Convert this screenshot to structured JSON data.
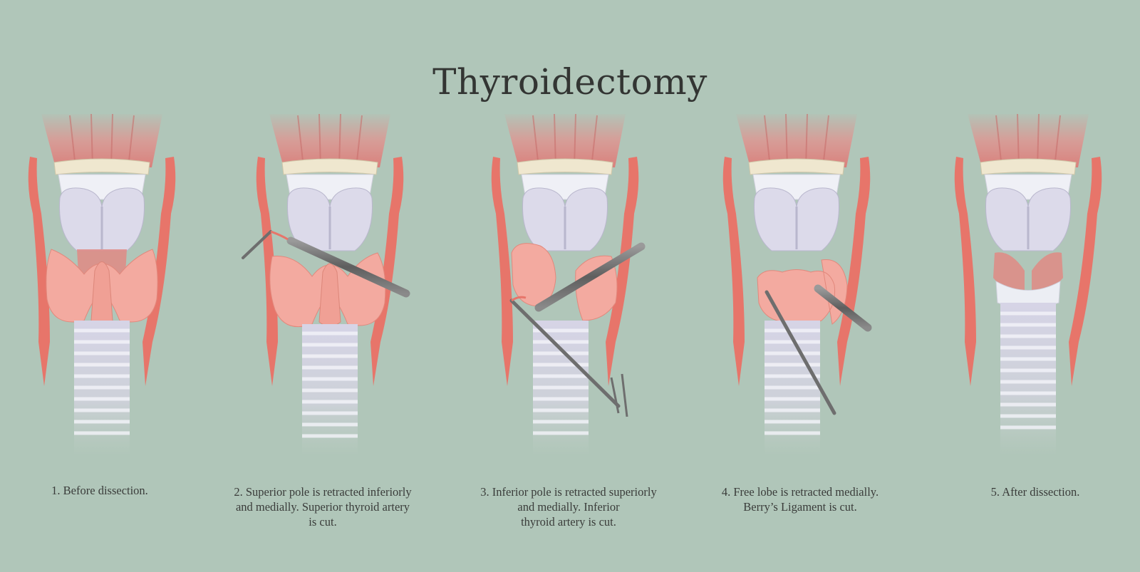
{
  "title": "Thyroidectomy",
  "colors": {
    "background": "#b0c6b9",
    "muscle": "#e38f8c",
    "artery": "#e7756a",
    "thyroid": "#f3aaa0",
    "cartilage": "#dcdaea",
    "hyoid": "#efe7cf",
    "instrument": "#6e6e6e"
  },
  "steps": [
    {
      "caption_lines": [
        "1. Before dissection."
      ]
    },
    {
      "caption_lines": [
        "2. Superior pole is retracted inferiorly",
        "and medially. Superior thyroid artery",
        "is cut."
      ]
    },
    {
      "caption_lines": [
        "3. Inferior pole is retracted superiorly",
        "and medially. Inferior",
        "thyroid artery is cut."
      ]
    },
    {
      "caption_lines": [
        "4. Free lobe is retracted medially.",
        "Berry’s Ligament is cut."
      ]
    },
    {
      "caption_lines": [
        "5. After dissection."
      ]
    }
  ]
}
